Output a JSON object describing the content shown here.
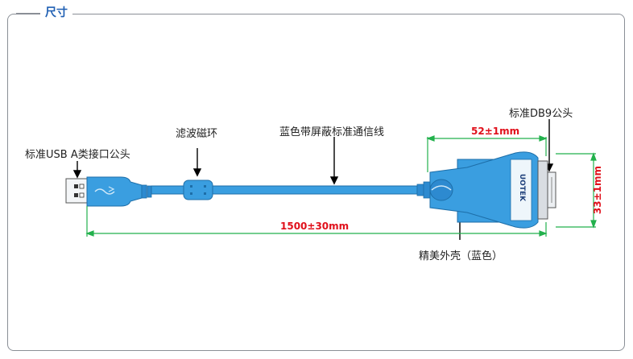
{
  "section_title": "尺寸",
  "labels": {
    "usb": "标准USB A类接口公头",
    "ferrite": "滤波磁环",
    "cable": "蓝色带屏蔽标准通信线",
    "db9": "标准DB9公头",
    "shell": "精美外壳（蓝色）"
  },
  "dimensions": {
    "width": "52±1mm",
    "height": "33±1mm",
    "length": "1500±30mm"
  },
  "brand": "UOTEK",
  "colors": {
    "cable_blue": "#3a9ee0",
    "dimension_green": "#22b14c",
    "dimension_text": "#e0101b",
    "title_blue": "#1f5fb3"
  }
}
